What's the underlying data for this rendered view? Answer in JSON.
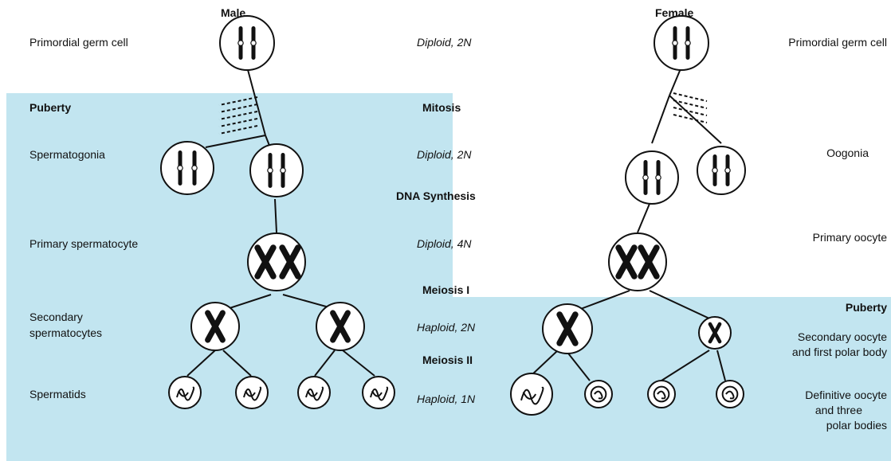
{
  "colors": {
    "shading": "#c2e5f0",
    "ink": "#111111",
    "cell_fill": "#ffffff"
  },
  "headers": {
    "male": "Male",
    "female": "Female"
  },
  "male_labels": {
    "primordial": "Primordial germ cell",
    "puberty": "Puberty",
    "spermatogonia": "Spermatogonia",
    "primary": "Primary spermatocyte",
    "secondary_line1": "Secondary",
    "secondary_line2": "spermatocytes",
    "spermatids": "Spermatids"
  },
  "center_labels": {
    "ploidy_1": "Diploid, 2N",
    "mitosis": "Mitosis",
    "ploidy_2": "Diploid, 2N",
    "dna_synthesis": "DNA Synthesis",
    "ploidy_3": "Diploid, 4N",
    "meiosis_1": "Meiosis I",
    "ploidy_4": "Haploid, 2N",
    "meiosis_2": "Meiosis II",
    "ploidy_5": "Haploid, 1N"
  },
  "female_labels": {
    "primordial": "Primordial germ cell",
    "oogonia": "Oogonia",
    "primary": "Primary oocyte",
    "puberty": "Puberty",
    "secondary_line1": "Secondary oocyte",
    "secondary_line2": "and first polar body",
    "definitive_line1": "Definitive oocyte",
    "definitive_line2": "and three",
    "definitive_line3": "polar bodies"
  }
}
